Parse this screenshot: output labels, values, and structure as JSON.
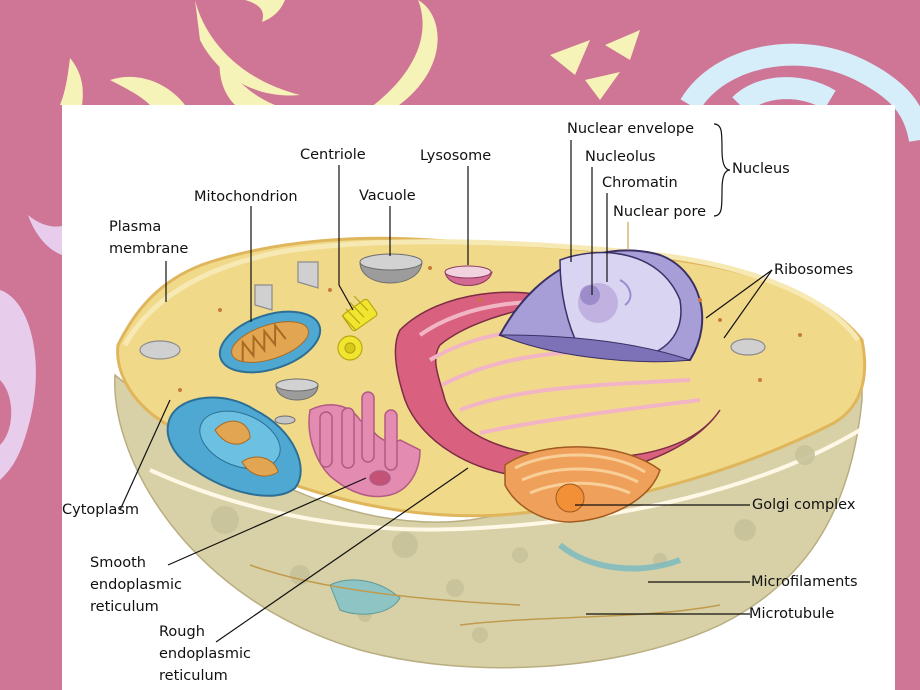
{
  "labels": {
    "nuclear_envelope": "Nuclear envelope",
    "nucleolus": "Nucleolus",
    "chromatin": "Chromatin",
    "nuclear_pore": "Nuclear pore",
    "nucleus": "Nucleus",
    "centriole": "Centriole",
    "lysosome": "Lysosome",
    "vacuole": "Vacuole",
    "mitochondrion": "Mitochondrion",
    "plasma_membrane": [
      "Plasma",
      "membrane"
    ],
    "ribosomes": "Ribosomes",
    "cytoplasm": "Cytoplasm",
    "golgi_complex": "Golgi complex",
    "smooth_er": [
      "Smooth",
      "endoplasmic",
      "reticulum"
    ],
    "rough_er": [
      "Rough",
      "endoplasmic",
      "reticulum"
    ],
    "microfilaments": "Microfilaments",
    "microtubule": "Microtubule"
  },
  "colors": {
    "slide_background": "#cf7596",
    "swirl_yellow": "#f6f3b8",
    "swirl_blue": "#d6eefa",
    "swirl_lavender": "#e8ccec",
    "cytoplasm": "#f1d98a",
    "cell_bowl": "#d8d0a6",
    "rough_er": "#d9607e",
    "smooth_er": "#e38bb0",
    "nucleus": "#a79ed8",
    "mitochondrion": "#4fa8d2",
    "golgi": "#efa05a",
    "centriole": "#f2e530"
  }
}
